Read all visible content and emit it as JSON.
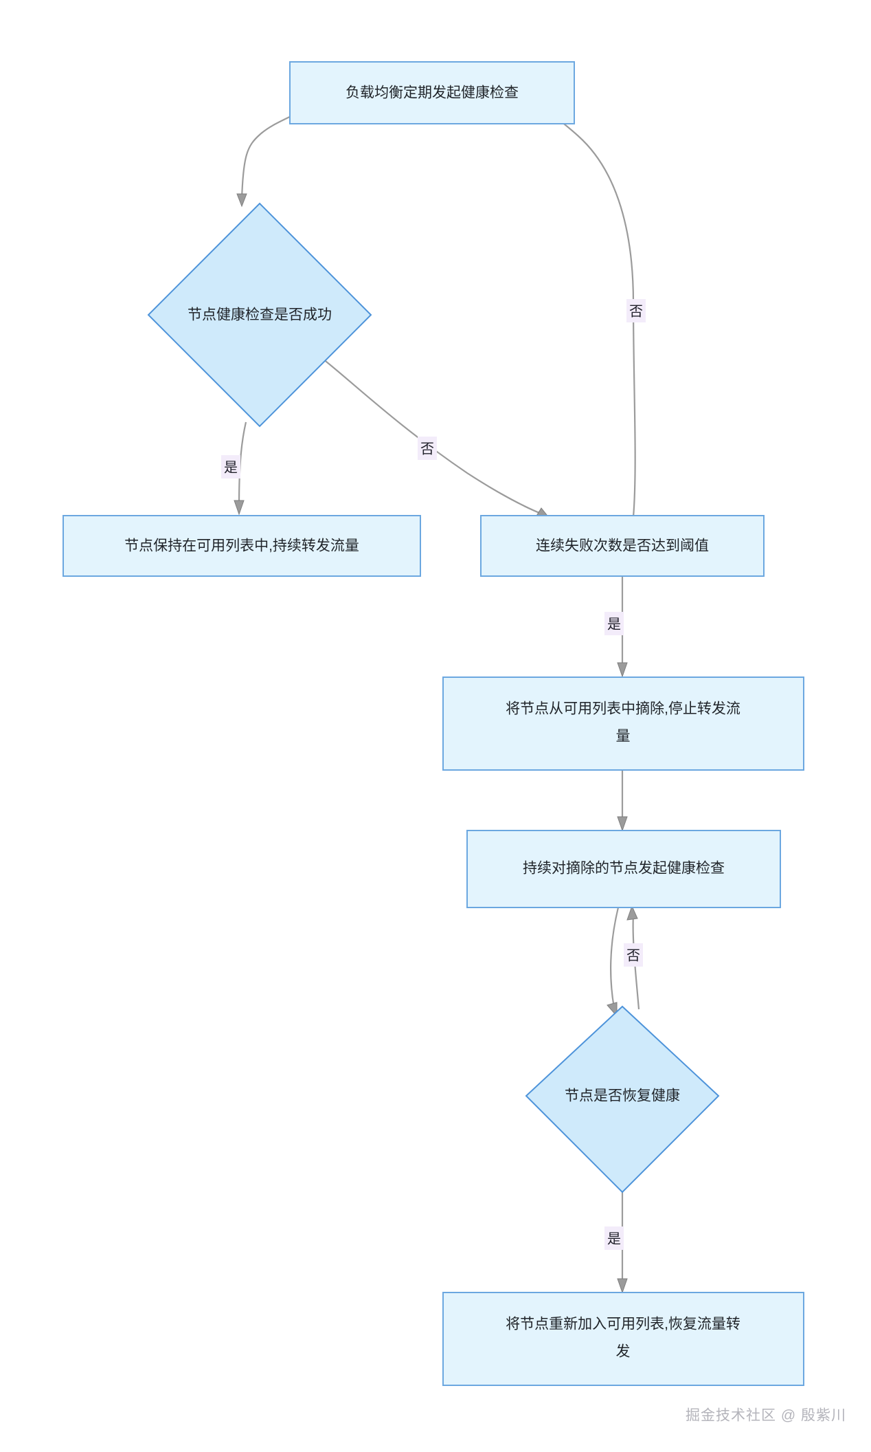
{
  "diagram": {
    "type": "flowchart",
    "orientation": "top-down",
    "theme": {
      "background": "#ffffff",
      "node_fill": "#e3f4fd",
      "node_stroke": "#6ba7e0",
      "decision_fill": "#cfeafb",
      "decision_stroke": "#4d93da",
      "edge_stroke": "#9b9b9b",
      "edge_label_bg": "#f3ecfa",
      "text_color": "#1f2328",
      "watermark_color": "#b4b4bb"
    },
    "nodes": [
      {
        "id": "n1",
        "shape": "rect",
        "label": "负载均衡定期发起健康检查",
        "lines": [
          "负载均衡定期发起健康检查"
        ]
      },
      {
        "id": "n2",
        "shape": "diamond",
        "label": "节点健康检查是否成功",
        "lines": [
          "节点健康检查是否成功"
        ]
      },
      {
        "id": "n3",
        "shape": "rect",
        "label": "节点保持在可用列表中,持续转发流量",
        "lines": [
          "节点保持在可用列表中,持续转发流量"
        ]
      },
      {
        "id": "n4",
        "shape": "rect",
        "label": "连续失败次数是否达到阈值",
        "lines": [
          "连续失败次数是否达到阈值"
        ]
      },
      {
        "id": "n5",
        "shape": "rect",
        "label": "将节点从可用列表中摘除,停止转发流量",
        "lines": [
          "将节点从可用列表中摘除,停止转发流",
          "量"
        ]
      },
      {
        "id": "n6",
        "shape": "rect",
        "label": "持续对摘除的节点发起健康检查",
        "lines": [
          "持续对摘除的节点发起健康检查"
        ]
      },
      {
        "id": "n7",
        "shape": "diamond",
        "label": "节点是否恢复健康",
        "lines": [
          "节点是否恢复健康"
        ]
      },
      {
        "id": "n8",
        "shape": "rect",
        "label": "将节点重新加入可用列表,恢复流量转发",
        "lines": [
          "将节点重新加入可用列表,恢复流量转",
          "发"
        ]
      }
    ],
    "edges": [
      {
        "id": "e1",
        "from": "n1",
        "to": "n2",
        "label": ""
      },
      {
        "id": "e2",
        "from": "n2",
        "to": "n3",
        "label": "是"
      },
      {
        "id": "e3",
        "from": "n2",
        "to": "n4",
        "label": "否"
      },
      {
        "id": "e4",
        "from": "n4",
        "to": "n1",
        "label": "否"
      },
      {
        "id": "e5",
        "from": "n4",
        "to": "n5",
        "label": "是"
      },
      {
        "id": "e6",
        "from": "n5",
        "to": "n6",
        "label": ""
      },
      {
        "id": "e7",
        "from": "n6",
        "to": "n7",
        "label": ""
      },
      {
        "id": "e8",
        "from": "n7",
        "to": "n6",
        "label": "否"
      },
      {
        "id": "e9",
        "from": "n7",
        "to": "n8",
        "label": "是"
      }
    ]
  },
  "watermark": {
    "text": "掘金技术社区 @ 殷紫川"
  }
}
